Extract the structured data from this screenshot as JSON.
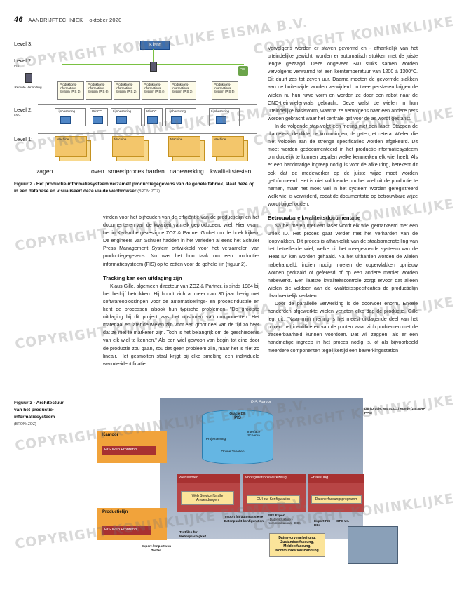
{
  "header": {
    "page": "46",
    "magazine": "AANDRIJFTECHNIEK",
    "issue": "oktober 2020"
  },
  "watermark": "COPYRIGHT KONINKLIJKE EISMA B.V.",
  "figure2": {
    "levels": {
      "l3": "Level 3:",
      "l2": "Level 2:",
      "l2sub": "PIS",
      "l2b": "Level 2:",
      "l2bsub": "LMC",
      "l1": "Level 1:"
    },
    "klant": "Klant",
    "remote": "Remote Verbinding",
    "pis": "PIS",
    "nodes": [
      {
        "label": "Produktions-Informations-System (PIS 1)"
      },
      {
        "label": "Produktions-Informations-System (PIS 6)"
      },
      {
        "label": "Produktions-Informations-System (PIS 2)"
      },
      {
        "label": "Produktions-Informations-System (PIS 4)"
      },
      {
        "label": "Produktions-Informations-System (PIS 3)"
      },
      {
        "label": "Produktions-Informations-System (PIS 5)"
      }
    ],
    "lmc": [
      "Lijnbesturing",
      "WinCC",
      "Lijnbesturing",
      "WinCC",
      "Lijnbesturing",
      "Lijnbesturing"
    ],
    "machine": "Machine",
    "processes": [
      "zagen",
      "oven",
      "smeedproces",
      "harden",
      "nabewerking",
      "kwaliteitstesten"
    ],
    "caption_title": "Figuur 2 - Het productie-informatiesysteem verzamelt productiegegevens van de gehele fabriek, slaat deze op in een database en visualiseert deze via de webbrowser",
    "caption_src": "(BRON: ZOZ)"
  },
  "col_left": {
    "p1": "vinden voor het bijhouden van de efficiëntie van de productielijn en het documenteren van de kwaliteit van elk geproduceerd wiel. Hier kwam het in Karlsruhe gevestigde ZOZ & Partner GmbH om de hoek kijken. De engineers van Schuler hadden in het verleden al eens het Schuler Press Management System ontwikkeld voor het verzamelen van productiegegevens. Nu was het hun taak om een productie-informatiesysteem (PIS) op te zetten voor de gehele lijn (figuur 2).",
    "h1": "Tracking kan een uitdaging zijn",
    "p2": "Klaus Gille, algemeen directeur van ZOZ & Partner, is sinds 1984 bij het bedrijf betrokken. Hij houdt zich al meer dan 30 jaar bezig met softwareoplossingen voor de automatiserings- en procesindustrie en kent de processen alsook hun typische problemen. \"De grootste uitdaging bij dit project was het opsporen van componenten. Het materiaal en later de wielen zijn voor een groot deel van de tijd zo heet dat ze niet te markeren zijn. Toch is het belangrijk om de geschiedenis van elk wiel te kennen.\" Als een wiel gewoon van begin tot eind door de productie zou gaan, zou dat geen probleem zijn, maar het is niet zo lineair. Het gesmolten staal krijgt bij elke smelting een individuele warmte-identificatie."
  },
  "col_right": {
    "p1": "Vervolgens worden er staven gevormd en - afhankelijk van het uiteindelijke gewicht, worden er automatisch stukken met de juiste lengte gezaagd. Deze ongeveer 340 stuks samen worden vervolgens verwarmd tot een kerntemperatuur van 1200 à 1300°C. Dit duurt zes tot zeven uur. Daarna moeten de gevormde slakken aan de buitenzijde worden verwijderd. In twee persfasen krijgen de wielen nu hun ruwe vorm en worden ze door een robot naar de CNC-treinwielenwals gebracht. Deze walst de wielen in hun uiteindelijke basisvorm, waarna ze vervolgens naar een andere pers worden gebracht waar het centrale gat voor de as wordt gestanst.",
    "p2": "In de volgende stap volgt een meting met een laser. Stappen de diameters, de dikte, de krommingen, de gaten, et cetera. Wielen die niet voldoen aan de strenge specificaties worden afgekeurd. Dit moet worden gedocumenteerd in het productie-informatiesysteem om duidelijk te kunnen bepalen welke kenmerken elk wiel heeft. Als er een handmatige ingreep nodig is voor de afkeuring, betekent dit ook dat de medewerker op de juiste wijze moet worden geïnformeerd. Het is niet voldoende om het wiel uit de productie te nemen, maar het moet wel in het systeem worden geregistreerd welk wiel is verwijderd, zodat de documentatie op betrouwbare wijze wordt bijgehouden.",
    "h1": "Betrouwbare kwaliteitsdocumentatie",
    "p3": "Na het meten met een laser wordt elk wiel gemarkeerd met een uniek ID. Het proces gaat verder met het verharden van de loopvlakken. Dit proces is afhankelijk van de staalsamenstelling van het betreffende wiel, welke uit het meegevoerde systeem van de 'Heat ID' kan worden gehaald. Na het uitharden worden de wielen nabehandeld, indien nodig moeten de oppervlakken opnieuw worden gedraaid of geferesd of op een andere manier worden nabewerkt. Een laatste kwaliteitscontrole zorgt ervoor dat alleen wielen die voldoen aan de kwaliteitsspecificaties de productielijn daadwerkelijk verlaten.",
    "p4": "Door de parallelle verwerking is de doorvoer enorm. Enkele honderden afgewerkte wielen verlaten elke dag de productie. Gille legt uit: \"Naar mijn mening is het meest uitdagende deel van het project het identificeren van de punten waar zich problemen met de traceerbaarheid kunnen voordoen. Dat wil zeggen, als er een handmatige ingreep in het proces nodig is, of als bijvoorbeeld meerdere componenten tegelijkertijd een bewerkingsstation"
  },
  "figure3": {
    "caption_title": "Figuur 3 - Architectuur van het productie-informatiesysteem",
    "caption_src": "(BRON: ZOZ)",
    "pis_server": "PIS Server",
    "oracle": "Oracle DB",
    "pis_db": "PIS",
    "projektierung": "Projektierung",
    "interface": "Interface Schema",
    "online": "Online Tabellen",
    "db_note": "DB (Oracle, MS SQL...) Kunde (z.B. ERP, PPS)",
    "kantoor": "Kantoor",
    "kantoor_web": "PIS Web Frontend",
    "webserver": "Webserver",
    "webservice": "Web Service für alle Anwendungen",
    "konfig": "Konfigurationswerkzeug",
    "gui": "GUI zur Konfiguration",
    "erfassung": "Erfassung",
    "erfassprog": "Datenerfassungsprogramm",
    "productielijn": "Productielijn",
    "prod_web": "PIS Web Frontend",
    "textfiles": "Textfiles für Mehrsprachigkeit",
    "export_import": "Export / Import von Texten",
    "import_auto": "Import für automatisierte Datenpunkt-konfiguration",
    "sps_export": "SPS Export",
    "sps_items": "- Datenstrukture - Kommunikations - DBs",
    "export_pis": "Export PIS DBs",
    "opc": "OPC UA",
    "datenvor": "Datenvorverarbeitung, Zustandserfassung, Meldeerfassung, Kommunikationshandling"
  },
  "colors": {
    "red": "#a83131",
    "yellow": "#fbe49a",
    "blue": "#3d6fb0",
    "gold": "#f3c66b"
  }
}
